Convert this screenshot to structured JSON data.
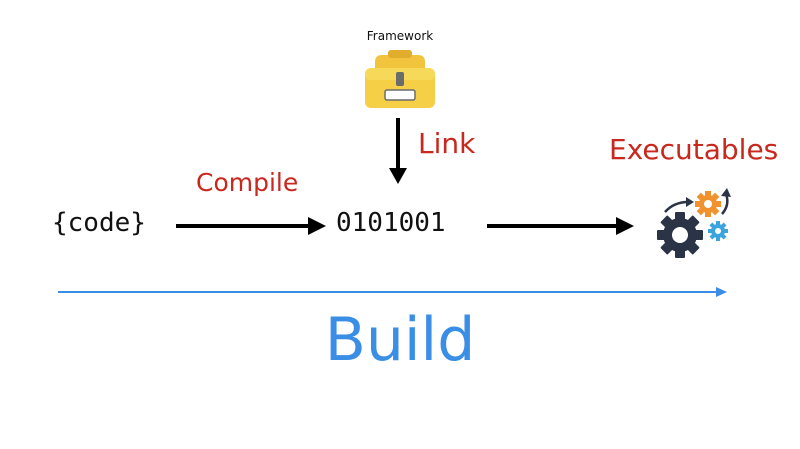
{
  "diagram": {
    "framework_label": "Framework",
    "link_label": "Link",
    "compile_label": "Compile",
    "executables_label": "Executables",
    "source_label": "{code}",
    "binary_label": "0101001",
    "build_label": "Build"
  },
  "icons": {
    "framework": "toolbox-icon",
    "executables": "gears-icon"
  },
  "colors": {
    "accent_red": "#c8281e",
    "build_blue": "#3a8ee6",
    "arrow_black": "#000000",
    "toolbox_yellow": "#f5cf45",
    "gear_navy": "#2b3447",
    "gear_orange": "#f0922e",
    "gear_blue": "#3ba3e0"
  }
}
